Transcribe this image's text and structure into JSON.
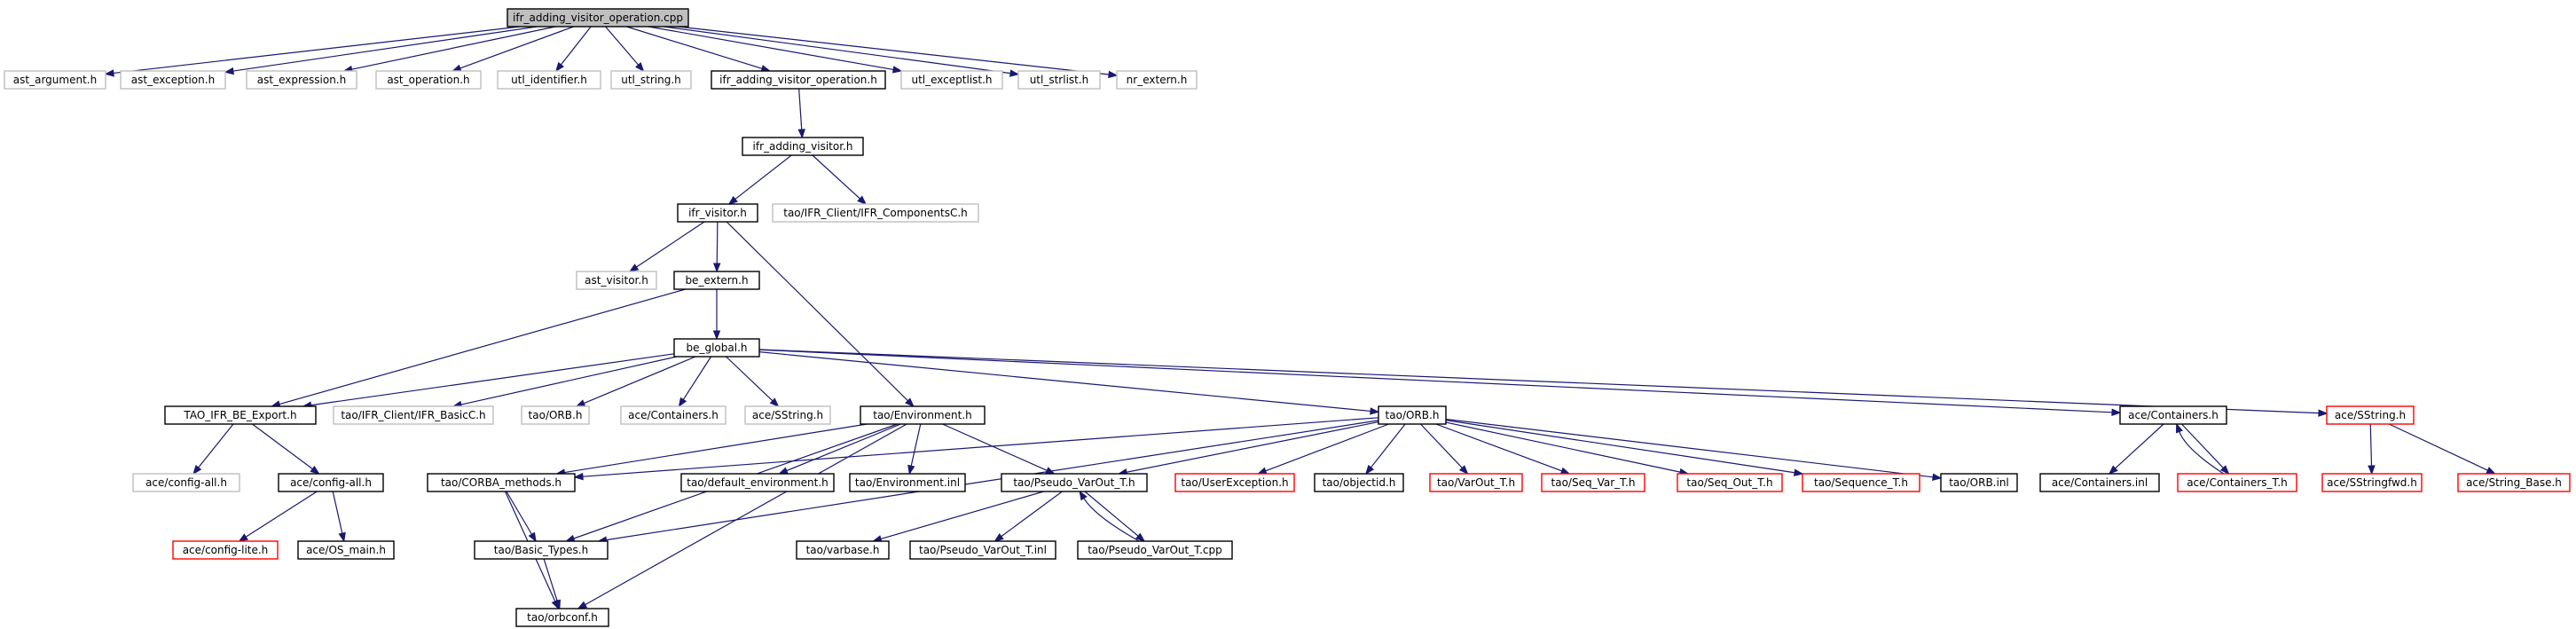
{
  "diagram": {
    "type": "include-dependency-graph",
    "colors": {
      "root_fill": "#bfbfbf",
      "documented": "#000000",
      "undocumented": "#bfbfbf",
      "truncated": "#ff0000",
      "edge": "#191970"
    },
    "nodes": [
      {
        "id": "root",
        "label": "ifr_adding_visitor_operation.cpp",
        "kind": "root"
      },
      {
        "id": "ast_argument",
        "label": "ast_argument.h",
        "kind": "undocumented"
      },
      {
        "id": "ast_exception",
        "label": "ast_exception.h",
        "kind": "undocumented"
      },
      {
        "id": "ast_expression",
        "label": "ast_expression.h",
        "kind": "undocumented"
      },
      {
        "id": "ast_operation",
        "label": "ast_operation.h",
        "kind": "undocumented"
      },
      {
        "id": "utl_identifier",
        "label": "utl_identifier.h",
        "kind": "undocumented"
      },
      {
        "id": "utl_string",
        "label": "utl_string.h",
        "kind": "undocumented"
      },
      {
        "id": "ifr_avo_h",
        "label": "ifr_adding_visitor_operation.h",
        "kind": "documented"
      },
      {
        "id": "utl_exceptlist",
        "label": "utl_exceptlist.h",
        "kind": "undocumented"
      },
      {
        "id": "utl_strlist",
        "label": "utl_strlist.h",
        "kind": "undocumented"
      },
      {
        "id": "nr_extern",
        "label": "nr_extern.h",
        "kind": "undocumented"
      },
      {
        "id": "ifr_av_h",
        "label": "ifr_adding_visitor.h",
        "kind": "documented"
      },
      {
        "id": "ifr_visitor",
        "label": "ifr_visitor.h",
        "kind": "documented"
      },
      {
        "id": "ifr_compC",
        "label": "tao/IFR_Client/IFR_ComponentsC.h",
        "kind": "undocumented"
      },
      {
        "id": "ast_visitor",
        "label": "ast_visitor.h",
        "kind": "undocumented"
      },
      {
        "id": "be_extern",
        "label": "be_extern.h",
        "kind": "documented"
      },
      {
        "id": "be_global",
        "label": "be_global.h",
        "kind": "documented"
      },
      {
        "id": "tao_ifr_export",
        "label": "TAO_IFR_BE_Export.h",
        "kind": "documented"
      },
      {
        "id": "ifr_basicC",
        "label": "tao/IFR_Client/IFR_BasicC.h",
        "kind": "undocumented"
      },
      {
        "id": "tao_orb_u",
        "label": "tao/ORB.h",
        "kind": "undocumented"
      },
      {
        "id": "ace_containers_u",
        "label": "ace/Containers.h",
        "kind": "undocumented"
      },
      {
        "id": "ace_sstring_u",
        "label": "ace/SString.h",
        "kind": "undocumented"
      },
      {
        "id": "tao_env",
        "label": "tao/Environment.h",
        "kind": "documented"
      },
      {
        "id": "tao_orb",
        "label": "tao/ORB.h",
        "kind": "documented"
      },
      {
        "id": "ace_containers",
        "label": "ace/Containers.h",
        "kind": "documented"
      },
      {
        "id": "ace_sstring",
        "label": "ace/SString.h",
        "kind": "truncated"
      },
      {
        "id": "ace_config_all_u",
        "label": "ace/config-all.h",
        "kind": "undocumented"
      },
      {
        "id": "ace_config_all",
        "label": "ace/config-all.h",
        "kind": "documented"
      },
      {
        "id": "tao_corba_methods",
        "label": "tao/CORBA_methods.h",
        "kind": "documented"
      },
      {
        "id": "tao_default_env",
        "label": "tao/default_environment.h",
        "kind": "documented"
      },
      {
        "id": "tao_env_inl",
        "label": "tao/Environment.inl",
        "kind": "documented"
      },
      {
        "id": "tao_pseudo_varout",
        "label": "tao/Pseudo_VarOut_T.h",
        "kind": "documented"
      },
      {
        "id": "tao_userexc",
        "label": "tao/UserException.h",
        "kind": "truncated"
      },
      {
        "id": "tao_objectid",
        "label": "tao/objectid.h",
        "kind": "documented"
      },
      {
        "id": "tao_varout",
        "label": "tao/VarOut_T.h",
        "kind": "truncated"
      },
      {
        "id": "tao_seq_var",
        "label": "tao/Seq_Var_T.h",
        "kind": "truncated"
      },
      {
        "id": "tao_seq_out",
        "label": "tao/Seq_Out_T.h",
        "kind": "truncated"
      },
      {
        "id": "tao_sequence",
        "label": "tao/Sequence_T.h",
        "kind": "truncated"
      },
      {
        "id": "tao_orb_inl",
        "label": "tao/ORB.inl",
        "kind": "documented"
      },
      {
        "id": "ace_containers_inl",
        "label": "ace/Containers.inl",
        "kind": "documented"
      },
      {
        "id": "ace_containers_t",
        "label": "ace/Containers_T.h",
        "kind": "truncated"
      },
      {
        "id": "ace_sstringfwd",
        "label": "ace/SStringfwd.h",
        "kind": "truncated"
      },
      {
        "id": "ace_string_base",
        "label": "ace/String_Base.h",
        "kind": "truncated"
      },
      {
        "id": "ace_config_lite",
        "label": "ace/config-lite.h",
        "kind": "truncated"
      },
      {
        "id": "ace_os_main",
        "label": "ace/OS_main.h",
        "kind": "documented"
      },
      {
        "id": "tao_basic_types",
        "label": "tao/Basic_Types.h",
        "kind": "documented"
      },
      {
        "id": "tao_varbase",
        "label": "tao/varbase.h",
        "kind": "documented"
      },
      {
        "id": "tao_pseudo_varout_inl",
        "label": "tao/Pseudo_VarOut_T.inl",
        "kind": "documented"
      },
      {
        "id": "tao_pseudo_varout_cpp",
        "label": "tao/Pseudo_VarOut_T.cpp",
        "kind": "documented"
      },
      {
        "id": "tao_orbconf",
        "label": "tao/orbconf.h",
        "kind": "documented"
      }
    ],
    "edges": [
      [
        "root",
        "ast_argument"
      ],
      [
        "root",
        "ast_exception"
      ],
      [
        "root",
        "ast_expression"
      ],
      [
        "root",
        "ast_operation"
      ],
      [
        "root",
        "utl_identifier"
      ],
      [
        "root",
        "utl_string"
      ],
      [
        "root",
        "ifr_avo_h"
      ],
      [
        "root",
        "utl_exceptlist"
      ],
      [
        "root",
        "utl_strlist"
      ],
      [
        "root",
        "nr_extern"
      ],
      [
        "ifr_avo_h",
        "ifr_av_h"
      ],
      [
        "ifr_av_h",
        "ifr_visitor"
      ],
      [
        "ifr_av_h",
        "ifr_compC"
      ],
      [
        "ifr_visitor",
        "ast_visitor"
      ],
      [
        "ifr_visitor",
        "be_extern"
      ],
      [
        "ifr_visitor",
        "tao_env"
      ],
      [
        "be_extern",
        "be_global"
      ],
      [
        "be_extern",
        "tao_ifr_export"
      ],
      [
        "be_global",
        "tao_ifr_export"
      ],
      [
        "be_global",
        "ifr_basicC"
      ],
      [
        "be_global",
        "tao_orb_u"
      ],
      [
        "be_global",
        "ace_containers_u"
      ],
      [
        "be_global",
        "ace_sstring_u"
      ],
      [
        "be_global",
        "tao_orb"
      ],
      [
        "be_global",
        "ace_containers"
      ],
      [
        "be_global",
        "ace_sstring"
      ],
      [
        "tao_ifr_export",
        "ace_config_all_u"
      ],
      [
        "tao_ifr_export",
        "ace_config_all"
      ],
      [
        "ace_config_all",
        "ace_config_lite"
      ],
      [
        "ace_config_all",
        "ace_os_main"
      ],
      [
        "tao_env",
        "tao_corba_methods"
      ],
      [
        "tao_env",
        "tao_default_env"
      ],
      [
        "tao_env",
        "tao_env_inl"
      ],
      [
        "tao_env",
        "tao_pseudo_varout"
      ],
      [
        "tao_env",
        "tao_basic_types"
      ],
      [
        "tao_env",
        "tao_orbconf"
      ],
      [
        "tao_orb",
        "tao_corba_methods"
      ],
      [
        "tao_orb",
        "tao_pseudo_varout"
      ],
      [
        "tao_orb",
        "tao_userexc"
      ],
      [
        "tao_orb",
        "tao_objectid"
      ],
      [
        "tao_orb",
        "tao_varout"
      ],
      [
        "tao_orb",
        "tao_seq_var"
      ],
      [
        "tao_orb",
        "tao_seq_out"
      ],
      [
        "tao_orb",
        "tao_sequence"
      ],
      [
        "tao_orb",
        "tao_orb_inl"
      ],
      [
        "tao_orb",
        "tao_basic_types"
      ],
      [
        "ace_containers",
        "ace_containers_inl"
      ],
      [
        "ace_containers",
        "ace_containers_t"
      ],
      [
        "ace_containers_t",
        "ace_containers"
      ],
      [
        "ace_sstring",
        "ace_sstringfwd"
      ],
      [
        "ace_sstring",
        "ace_string_base"
      ],
      [
        "tao_corba_methods",
        "tao_basic_types"
      ],
      [
        "tao_corba_methods",
        "tao_orbconf"
      ],
      [
        "tao_basic_types",
        "tao_orbconf"
      ],
      [
        "tao_pseudo_varout",
        "tao_varbase"
      ],
      [
        "tao_pseudo_varout",
        "tao_pseudo_varout_inl"
      ],
      [
        "tao_pseudo_varout",
        "tao_pseudo_varout_cpp"
      ],
      [
        "tao_pseudo_varout_cpp",
        "tao_pseudo_varout"
      ]
    ]
  }
}
